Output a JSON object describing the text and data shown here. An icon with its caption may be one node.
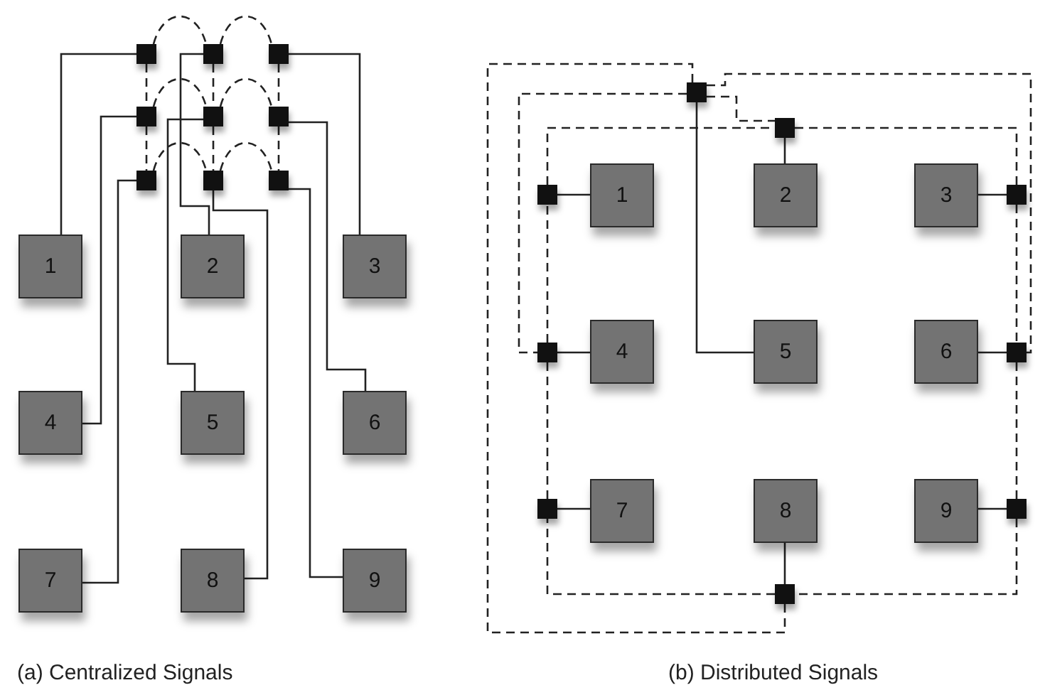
{
  "diagram": {
    "nodes": [
      {
        "text": [
          "1"
        ]
      },
      {
        "text": [
          "2"
        ]
      },
      {
        "text": [
          "3"
        ]
      },
      {
        "text": [
          "4"
        ]
      },
      {
        "text": [
          "5"
        ]
      },
      {
        "text": [
          "6"
        ]
      },
      {
        "text": [
          "7"
        ]
      },
      {
        "text": [
          "8"
        ]
      },
      {
        "text": [
          "9"
        ]
      },
      {
        "text": [],
        "shape": "box"
      },
      {
        "text": [],
        "shape": "box"
      },
      {
        "text": [],
        "shape": "box"
      },
      {
        "text": [],
        "shape": "box"
      },
      {
        "text": [],
        "shape": "box"
      },
      {
        "text": [],
        "shape": "box"
      },
      {
        "text": [],
        "shape": "box"
      },
      {
        "text": [],
        "shape": "box"
      },
      {
        "text": [],
        "shape": "box"
      },
      {
        "text": [
          "1"
        ]
      },
      {
        "text": [
          "2"
        ]
      },
      {
        "text": [
          "3"
        ]
      },
      {
        "text": [
          "4"
        ]
      },
      {
        "text": [
          "5"
        ]
      },
      {
        "text": [
          "6"
        ]
      },
      {
        "text": [
          "7"
        ]
      },
      {
        "text": [
          "8"
        ]
      },
      {
        "text": [
          "9"
        ]
      },
      {
        "text": [],
        "shape": "box"
      },
      {
        "text": [],
        "shape": "box"
      },
      {
        "text": [],
        "shape": "box"
      },
      {
        "text": [],
        "shape": "box"
      },
      {
        "text": [],
        "shape": "box"
      },
      {
        "text": [],
        "shape": "box"
      },
      {
        "text": [],
        "shape": "box"
      },
      {
        "text": [],
        "shape": "box"
      },
      {
        "text": [],
        "shape": "box"
      }
    ],
    "edges": [
      {
        "from": 9,
        "to": 0,
        "arrow": "none"
      },
      {
        "from": 10,
        "to": 1,
        "arrow": "none"
      },
      {
        "from": 11,
        "to": 2,
        "arrow": "none"
      },
      {
        "from": 12,
        "to": 3,
        "arrow": "none"
      },
      {
        "from": 13,
        "to": 4,
        "arrow": "none"
      },
      {
        "from": 14,
        "to": 5,
        "arrow": "none"
      },
      {
        "from": 15,
        "to": 6,
        "arrow": "none"
      },
      {
        "from": 16,
        "to": 7,
        "arrow": "none"
      },
      {
        "from": 17,
        "to": 8,
        "arrow": "none"
      },
      {
        "from": 9,
        "to": 10,
        "arrow": "none",
        "style": "dashed"
      },
      {
        "from": 10,
        "to": 11,
        "arrow": "none",
        "style": "dashed"
      },
      {
        "from": 12,
        "to": 13,
        "arrow": "none",
        "style": "dashed"
      },
      {
        "from": 13,
        "to": 14,
        "arrow": "none",
        "style": "dashed"
      },
      {
        "from": 15,
        "to": 16,
        "arrow": "none",
        "style": "dashed"
      },
      {
        "from": 16,
        "to": 17,
        "arrow": "none",
        "style": "dashed"
      },
      {
        "from": 9,
        "to": 12,
        "arrow": "none",
        "style": "dashed"
      },
      {
        "from": 12,
        "to": 15,
        "arrow": "none",
        "style": "dashed"
      },
      {
        "from": 10,
        "to": 13,
        "arrow": "none",
        "style": "dashed"
      },
      {
        "from": 13,
        "to": 16,
        "arrow": "none",
        "style": "dashed"
      },
      {
        "from": 11,
        "to": 14,
        "arrow": "none",
        "style": "dashed"
      },
      {
        "from": 14,
        "to": 17,
        "arrow": "none",
        "style": "dashed"
      },
      {
        "from": 29,
        "to": 18,
        "arrow": "none"
      },
      {
        "from": 28,
        "to": 19,
        "arrow": "none"
      },
      {
        "from": 30,
        "to": 20,
        "arrow": "none"
      },
      {
        "from": 27,
        "to": 22,
        "arrow": "none"
      },
      {
        "from": 31,
        "to": 21,
        "arrow": "none"
      },
      {
        "from": 32,
        "to": 23,
        "arrow": "none"
      },
      {
        "from": 33,
        "to": 24,
        "arrow": "none"
      },
      {
        "from": 34,
        "to": 25,
        "arrow": "none"
      },
      {
        "from": 35,
        "to": 26,
        "arrow": "none"
      },
      {
        "from": 28,
        "to": 30,
        "arrow": "none",
        "style": "dashed"
      },
      {
        "from": 30,
        "to": 32,
        "arrow": "none",
        "style": "dashed"
      },
      {
        "from": 32,
        "to": 35,
        "arrow": "none",
        "style": "dashed"
      },
      {
        "from": 35,
        "to": 34,
        "arrow": "none",
        "style": "dashed"
      },
      {
        "from": 34,
        "to": 33,
        "arrow": "none",
        "style": "dashed"
      },
      {
        "from": 33,
        "to": 31,
        "arrow": "none",
        "style": "dashed"
      },
      {
        "from": 31,
        "to": 29,
        "arrow": "none",
        "style": "dashed"
      },
      {
        "from": 29,
        "to": 28,
        "arrow": "none",
        "style": "dashed"
      },
      {
        "from": 27,
        "to": 28,
        "arrow": "none",
        "style": "dashed"
      },
      {
        "from": 27,
        "to": 31,
        "arrow": "none",
        "style": "dashed"
      },
      {
        "from": 27,
        "to": 32,
        "arrow": "none",
        "style": "dashed"
      },
      {
        "from": 27,
        "to": 34,
        "arrow": "none",
        "style": "dashed"
      }
    ],
    "labels": [
      "(a) Centralized Signals",
      "(b) Distributed Signals"
    ]
  }
}
